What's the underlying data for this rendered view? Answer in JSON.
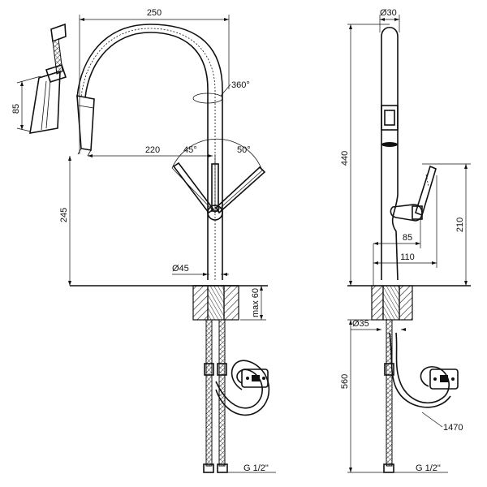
{
  "front_view": {
    "width_label": "250",
    "rotation_label": "360°",
    "reach_label": "220",
    "left_angle_label": "45°",
    "right_angle_label": "50°",
    "spout_height_label": "245",
    "body_diameter_label": "Ø45",
    "max_thickness_label": "max 60",
    "thread_label": "G 1/2\""
  },
  "spray_head_detail": {
    "length_label": "85"
  },
  "side_view": {
    "top_diameter_label": "Ø30",
    "height_label": "440",
    "lever_height_label": "210",
    "lever_offset_a_label": "85",
    "lever_offset_b_label": "110",
    "hole_diameter_label": "Ø35",
    "hose_length_label": "560",
    "pullout_hose_label": "1470",
    "thread_label": "G 1/2\""
  }
}
